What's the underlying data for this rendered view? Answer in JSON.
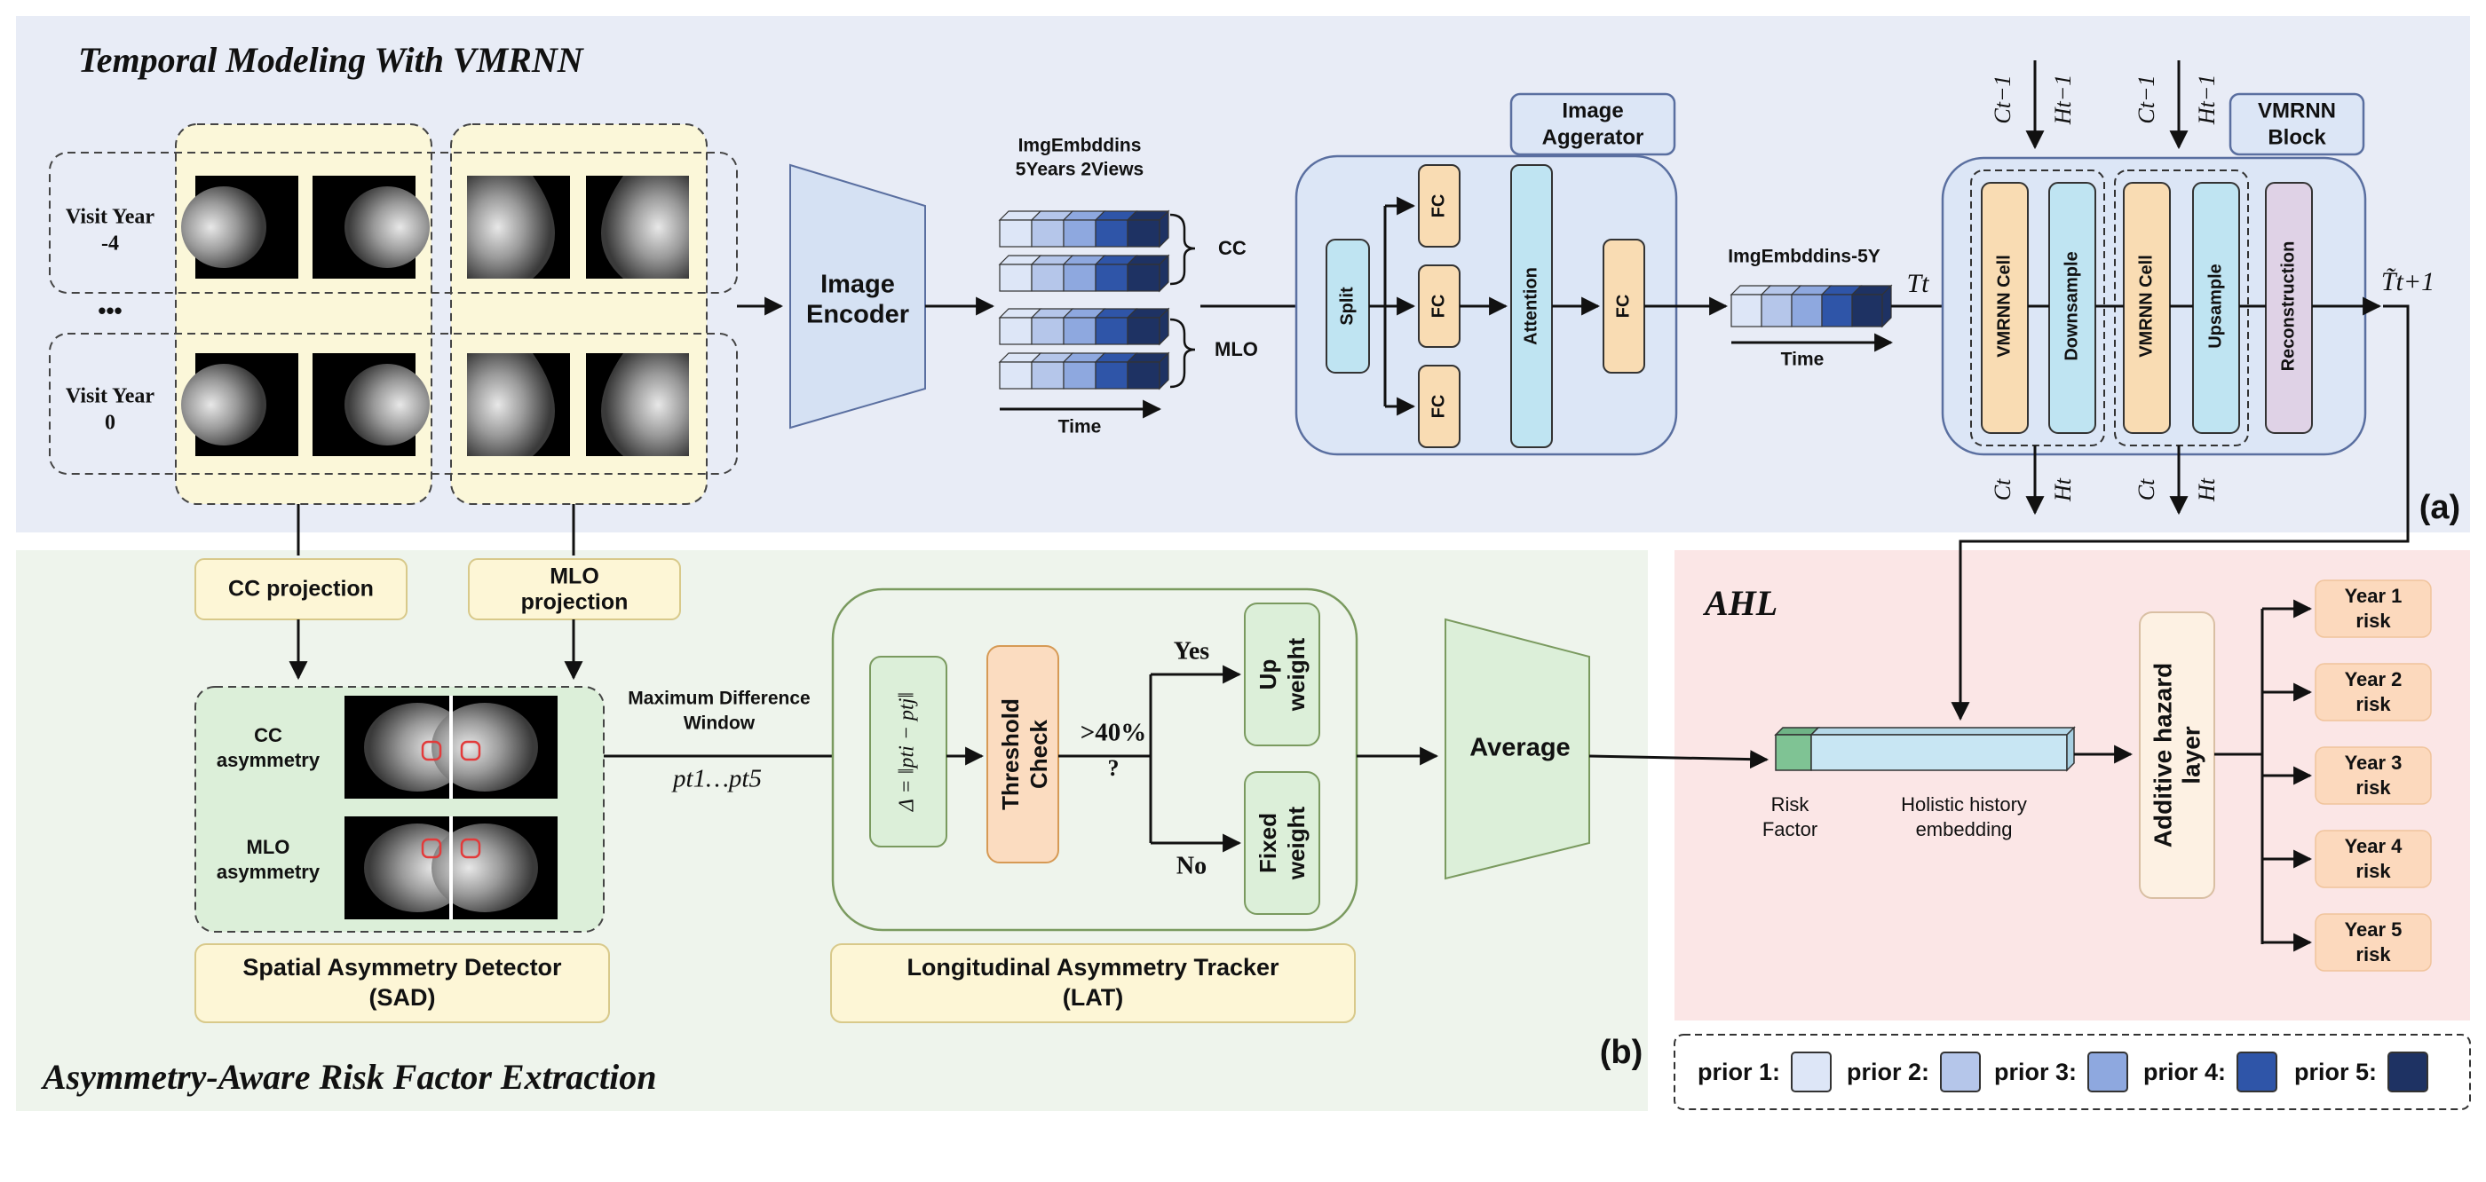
{
  "colors": {
    "panel_a_bg": "#e8ecf6",
    "panel_b_bg": "#eef4ec",
    "panel_ahl_bg": "#fbe6e6",
    "visit_highlight": "#fbf7d9",
    "encoder_fill": "#d5e1f3",
    "aggregator_fill": "#dce6f6",
    "split_fill": "#bfe4f2",
    "fc_fill": "#f9dcb3",
    "vmrnn_fill": "#f9dcb3",
    "downsample_fill": "#bfe4f2",
    "recon_fill": "#dfd2e6",
    "green_box": "#dcefd9",
    "threshold_fill": "#fbdcc0",
    "label_box_fill": "#fdf6d6",
    "risk_box_fill": "#fcd9bd",
    "prior_1": "#dde6f7",
    "prior_2": "#b5c6ea",
    "prior_3": "#8ea8df",
    "prior_4": "#2f55a8",
    "prior_5": "#1e3263",
    "ahl_risk_factor": "#7fc394",
    "ahl_history": "#c8e6f3"
  },
  "panel_a": {
    "title": "Temporal Modeling With VMRNN",
    "tag": "(a)",
    "visit_top": [
      "Visit Year",
      "-4"
    ],
    "visit_bottom": [
      "Visit Year",
      "0"
    ],
    "ellipsis": "•••",
    "image_encoder": [
      "Image",
      "Encoder"
    ],
    "img_emb_title": [
      "ImgEmbddins",
      "5Years 2Views"
    ],
    "cc_label": "CC",
    "mlo_label": "MLO",
    "time_label": "Time",
    "image_aggregator": [
      "Image",
      "Aggerator"
    ],
    "split": "Split",
    "fc": "FC",
    "attention": "Attention",
    "img_emb_5y": "ImgEmbddins-5Y",
    "tt": "Tt",
    "vmrnn_block": [
      "VMRNN",
      "Block"
    ],
    "vmrnn_cell": "VMRNN Cell",
    "downsample": "Downsample",
    "upsample": "Upsample",
    "reconstruction": "Reconstruction",
    "tt1": "T̃t+1",
    "c_prev": "Ct−1",
    "h_prev": "Ht−1",
    "c_t": "Ct",
    "h_t": "Ht"
  },
  "panel_b": {
    "title": "Asymmetry-Aware Risk Factor Extraction",
    "tag": "(b)",
    "cc_projection": "CC projection",
    "mlo_projection": [
      "MLO",
      "projection"
    ],
    "cc_asym": [
      "CC",
      "asymmetry"
    ],
    "mlo_asym": [
      "MLO",
      "asymmetry"
    ],
    "max_diff": [
      "Maximum Difference",
      "Window"
    ],
    "pt_range": "pt1…pt5",
    "sad": [
      "Spatial Asymmetry Detector",
      "(SAD)"
    ],
    "delta": "Δ = ‖pti − ptj‖",
    "threshold": [
      "Threshold",
      "Check"
    ],
    "cond": ">40%",
    "cond_q": "?",
    "yes": "Yes",
    "no": "No",
    "up_weight": [
      "Up",
      "weight"
    ],
    "fixed_weight": [
      "Fixed",
      "weight"
    ],
    "lat": [
      "Longitudinal Asymmetry Tracker",
      "(LAT)"
    ],
    "average": "Average"
  },
  "ahl": {
    "title": "AHL",
    "risk_factor": [
      "Risk",
      "Factor"
    ],
    "history": [
      "Holistic history",
      "embedding"
    ],
    "additive": [
      "Additive hazard",
      "layer"
    ],
    "years": [
      [
        "Year 1",
        "risk"
      ],
      [
        "Year 2",
        "risk"
      ],
      [
        "Year 3",
        "risk"
      ],
      [
        "Year 4",
        "risk"
      ],
      [
        "Year 5",
        "risk"
      ]
    ]
  },
  "legend": [
    {
      "label": "prior 1:",
      "color": "#dde6f7"
    },
    {
      "label": "prior 2:",
      "color": "#b5c6ea"
    },
    {
      "label": "prior 3:",
      "color": "#8ea8df"
    },
    {
      "label": "prior 4:",
      "color": "#2f55a8"
    },
    {
      "label": "prior 5:",
      "color": "#1e3263"
    }
  ]
}
